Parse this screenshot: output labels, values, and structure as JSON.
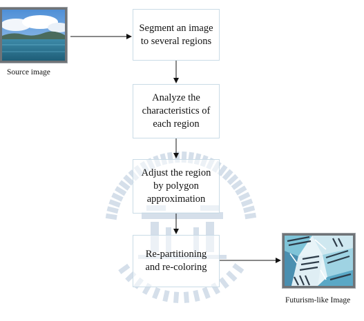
{
  "steps": [
    {
      "line1": "Segment an image",
      "line2": "to several regions"
    },
    {
      "line1": "Analyze the",
      "line2": "characteristics of",
      "line3": "each region"
    },
    {
      "line1": "Adjust the region",
      "line2": "by polygon",
      "line3": "approximation"
    },
    {
      "line1": "Re-partitioning",
      "line2": "and re-coloring"
    }
  ],
  "source": {
    "caption": "Source image"
  },
  "output": {
    "caption": "Futurism-like Image"
  },
  "colors": {
    "box_border": "#c9dbe6",
    "arrow": "#111111",
    "watermark": "#b9cadd"
  }
}
